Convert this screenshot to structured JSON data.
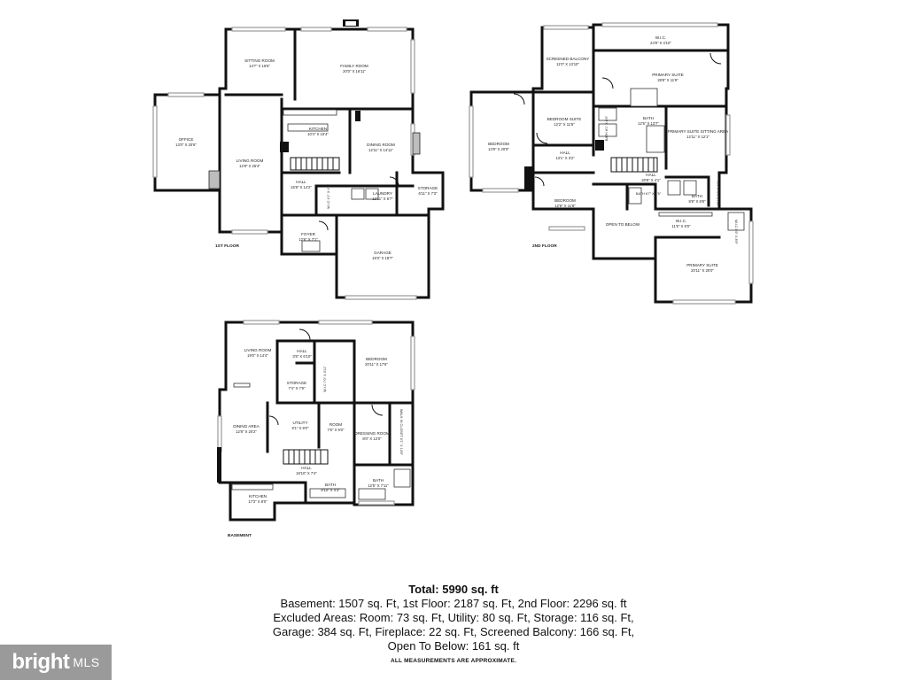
{
  "floors": {
    "first": {
      "label": "1ST FLOOR",
      "rooms": [
        {
          "id": "sitting_room",
          "name": "SITTING ROOM",
          "dims": "14'7\" X 16'6\""
        },
        {
          "id": "family_room",
          "name": "FAMILY ROOM",
          "dims": "20'0\" X 16'11\""
        },
        {
          "id": "office",
          "name": "OFFICE",
          "dims": "13'0\" X 20'6\""
        },
        {
          "id": "kitchen",
          "name": "KITCHEN",
          "dims": "10'4\" X 10'4\""
        },
        {
          "id": "living_room",
          "name": "LIVING ROOM",
          "dims": "12'8\" X 25'4\""
        },
        {
          "id": "dining_room",
          "name": "DINING ROOM",
          "dims": "12'11\" X 14'11\""
        },
        {
          "id": "hall",
          "name": "HALL",
          "dims": "15'8\" X 14'2\""
        },
        {
          "id": "laundry",
          "name": "LAUNDRY",
          "dims": "12'11\" X 6'7\""
        },
        {
          "id": "storage",
          "name": "STORAGE",
          "dims": "6'11\" X 7'3\""
        },
        {
          "id": "foyer",
          "name": "FOYER",
          "dims": "12'6\" X 7'1\""
        },
        {
          "id": "garage",
          "name": "GARAGE",
          "dims": "19'3\" X 18'7\""
        }
      ],
      "small_labels": [
        "W.I.C 4'1\" X 4'1\""
      ]
    },
    "second": {
      "label": "2ND FLOOR",
      "rooms": [
        {
          "id": "screened_balcony",
          "name": "SCREENED BALCONY",
          "dims": "11'0\" X 13'10\""
        },
        {
          "id": "wic_top",
          "name": "W.I.C.",
          "dims": "24'8\" X 4'10\""
        },
        {
          "id": "primary_suite_a",
          "name": "PRIMARY SUITE",
          "dims": "28'8\" X 11'9\""
        },
        {
          "id": "bedroom_suite",
          "name": "BEDROOM SUITE",
          "dims": "12'2\" X 11'5\""
        },
        {
          "id": "bath_main",
          "name": "BATH",
          "dims": "12'5\" X 13'7\""
        },
        {
          "id": "bedroom_a",
          "name": "BEDROOM",
          "dims": "13'9\" X 20'9\""
        },
        {
          "id": "primary_sitting",
          "name": "PRIMARY SUITE SITTING AREA",
          "dims": "12'11\" X 12'1\""
        },
        {
          "id": "hall_a",
          "name": "HALL",
          "dims": "13'1\" X 3'2\""
        },
        {
          "id": "hall_b",
          "name": "HALL",
          "dims": "20'8\" X 4'1\""
        },
        {
          "id": "bedroom_b",
          "name": "BEDROOM",
          "dims": "12'8\" X 11'8\""
        },
        {
          "id": "bath_small",
          "name": "BATH",
          "dims": "8'8\" X 8'8\""
        },
        {
          "id": "open_below",
          "name": "OPEN TO BELOW",
          "dims": ""
        },
        {
          "id": "wic_mid",
          "name": "W.I.C.",
          "dims": "11'5\" X 6'0\""
        },
        {
          "id": "primary_suite_b",
          "name": "PRIMARY SUITE",
          "dims": "20'11\" X 20'0\""
        }
      ],
      "small_labels": [
        "BATH 6'1\" X 6'0\"",
        "BATH 6'7\" X 4'5\"",
        "W.I.C 4'1\" X 4'1\"",
        "W.I.C 6'6\" X 8'9\""
      ]
    },
    "basement": {
      "label": "BASEMENT",
      "rooms": [
        {
          "id": "b_living",
          "name": "LIVING ROOM",
          "dims": "19'0\" X 14'4\""
        },
        {
          "id": "b_hall_small",
          "name": "HALL",
          "dims": "3'5\" X 6'10\""
        },
        {
          "id": "b_bedroom",
          "name": "BEDROOM",
          "dims": "20'11\" X 17'6\""
        },
        {
          "id": "b_storage",
          "name": "STORAGE",
          "dims": "7'4\" X 7'9\""
        },
        {
          "id": "b_dining",
          "name": "DINING AREA",
          "dims": "12'8\" X 20'2\""
        },
        {
          "id": "b_utility",
          "name": "UTILITY",
          "dims": "8'1\" X 9'0\""
        },
        {
          "id": "b_room",
          "name": "ROOM",
          "dims": "7'6\" X 9'0\""
        },
        {
          "id": "b_dressing",
          "name": "DRESSING ROOM",
          "dims": "8'0\" X 12'0\""
        },
        {
          "id": "b_hall",
          "name": "HALL",
          "dims": "18'10\" X 7'4\""
        },
        {
          "id": "b_bath_small",
          "name": "BATH",
          "dims": "8'10\" X 4'3\""
        },
        {
          "id": "b_bath",
          "name": "BATH",
          "dims": "12'5\" X 7'11\""
        },
        {
          "id": "b_kitchen",
          "name": "KITCHEN",
          "dims": "17'3\" X 8'0\""
        }
      ],
      "small_labels": [
        "W.I.C 7'0\" X 3'11\"",
        "WALK IN CLOSET 6'1\" X 13'6\""
      ]
    }
  },
  "summary": {
    "title": "Total: 5990 sq. ft",
    "line1": "Basement: 1507 sq. Ft, 1st Floor: 2187 sq. Ft, 2nd Floor: 2296 sq. ft",
    "line2": "Excluded Areas: Room: 73 sq. Ft, Utility: 80 sq. Ft, Storage: 116 sq. Ft,",
    "line3": "Garage: 384 sq. Ft, Fireplace: 22 sq. Ft, Screened Balcony: 166 sq. Ft,",
    "line4": "Open To Below: 161 sq. ft",
    "note": "ALL MEASUREMENTS ARE APPROXIMATE."
  },
  "logo": {
    "word": "bright",
    "suffix": "MLS",
    "background": "#9a9a9a"
  }
}
